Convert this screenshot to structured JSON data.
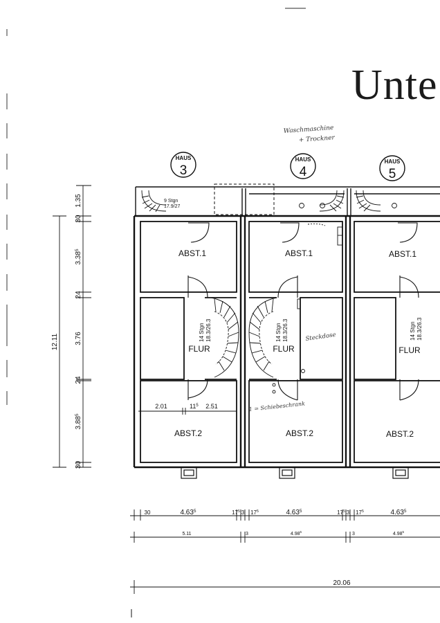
{
  "title": "Unte",
  "handwritten": {
    "laundry_line1": "Waschmaschine",
    "laundry_line2": "+ Trockner",
    "socket": "Steckdose",
    "cabinet": "1 = Schiebeschrank"
  },
  "houses": [
    {
      "word": "HAUS",
      "number": "3"
    },
    {
      "word": "HAUS",
      "number": "4"
    },
    {
      "word": "HAUS",
      "number": "5"
    }
  ],
  "rooms": {
    "abst1": "ABST.1",
    "abst2": "ABST.2",
    "flur": "FLUR"
  },
  "stairs": {
    "upper_count": "9 Stgn",
    "upper_ratio": "17.9/27",
    "main_count": "14 Stgn",
    "main_ratio": "18.3/26.3"
  },
  "vertical_dims": {
    "segments": [
      "1.35",
      "30",
      "3.38",
      "24",
      "3.76",
      "24",
      "3.88",
      "30"
    ],
    "sups": [
      "",
      "",
      "5",
      "",
      "",
      "",
      "5",
      ""
    ],
    "total": "12.11"
  },
  "inner_dims": {
    "left": "2.01",
    "mid": "11",
    "mid_sup": "5",
    "right": "2.51"
  },
  "bottom_dims": {
    "row1": [
      {
        "text": "30",
        "sup": ""
      },
      {
        "text": "4.63",
        "sup": "5"
      },
      {
        "text": "17",
        "sup": "5"
      },
      {
        "text": "3",
        "sup": ""
      },
      {
        "text": "17",
        "sup": "5"
      },
      {
        "text": "4.63",
        "sup": "5"
      },
      {
        "text": "17",
        "sup": "5"
      },
      {
        "text": "3",
        "sup": ""
      },
      {
        "text": "17",
        "sup": "5"
      },
      {
        "text": "4.63",
        "sup": "5"
      }
    ],
    "row2": [
      {
        "text": "5.11",
        "sup": ""
      },
      {
        "text": "3",
        "sup": ""
      },
      {
        "text": "4.98",
        "sup": "5"
      },
      {
        "text": "3",
        "sup": ""
      },
      {
        "text": "4.98",
        "sup": "5"
      }
    ],
    "total": "20.06"
  },
  "colors": {
    "ink": "#111111",
    "paper": "#ffffff",
    "hand": "#333333"
  }
}
